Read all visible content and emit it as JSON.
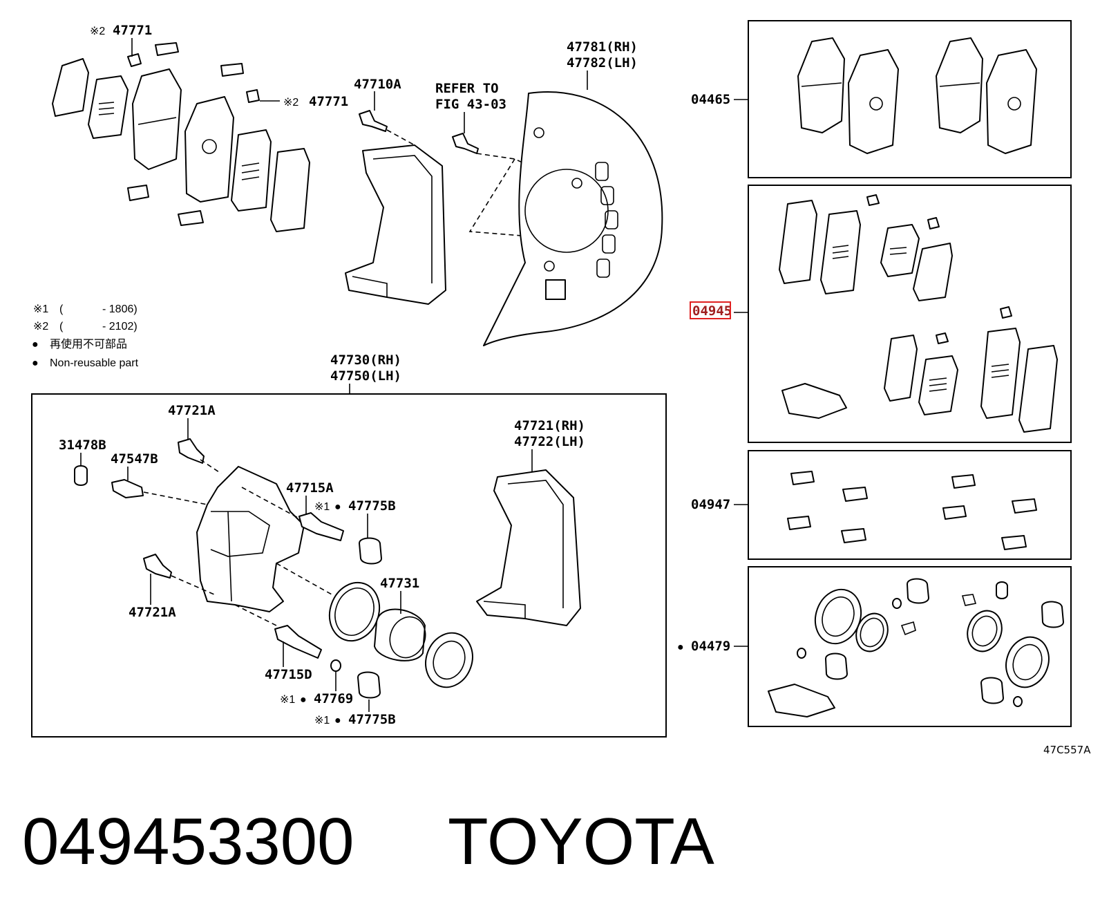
{
  "diagram": {
    "labels": {
      "l47771_top": "47771",
      "l47771_mid": "47771",
      "m2_top": "※2",
      "m2_mid": "※2",
      "l47710A": "47710A",
      "refer1": "REFER TO",
      "refer2": "FIG 43-03",
      "l47781": "47781(RH)",
      "l47782": "47782(LH)",
      "l04465": "04465",
      "l04945": "04945",
      "l04947": "04947",
      "l04479": "04479",
      "bullet04479": "●",
      "l47730": "47730(RH)",
      "l47750": "47750(LH)",
      "l47721A_top": "47721A",
      "l31478B": "31478B",
      "l47547B": "47547B",
      "l47715A": "47715A",
      "m1_a": "※1",
      "b_a": "●",
      "l47775B_a": "47775B",
      "l47721": "47721(RH)",
      "l47722": "47722(LH)",
      "l47721A_bot": "47721A",
      "l47731": "47731",
      "l47715D": "47715D",
      "m1_b": "※1",
      "b_b": "●",
      "l47769": "47769",
      "m1_c": "※1",
      "b_c": "●",
      "l47775B_c": "47775B",
      "ref_code": "47C557A"
    },
    "notes": {
      "n1_mark": "※1",
      "n1_paren": "(",
      "n1_end": "- 1806)",
      "n2_mark": "※2",
      "n2_paren": "(",
      "n2_end": "- 2102)",
      "n3_bullet": "●",
      "n3_text": "再使用不可部品",
      "n4_bullet": "●",
      "n4_text": "Non-reusable part"
    },
    "highlight_color": "#e02020"
  },
  "caption": {
    "part_number": "049453300",
    "brand": "TOYOTA"
  }
}
